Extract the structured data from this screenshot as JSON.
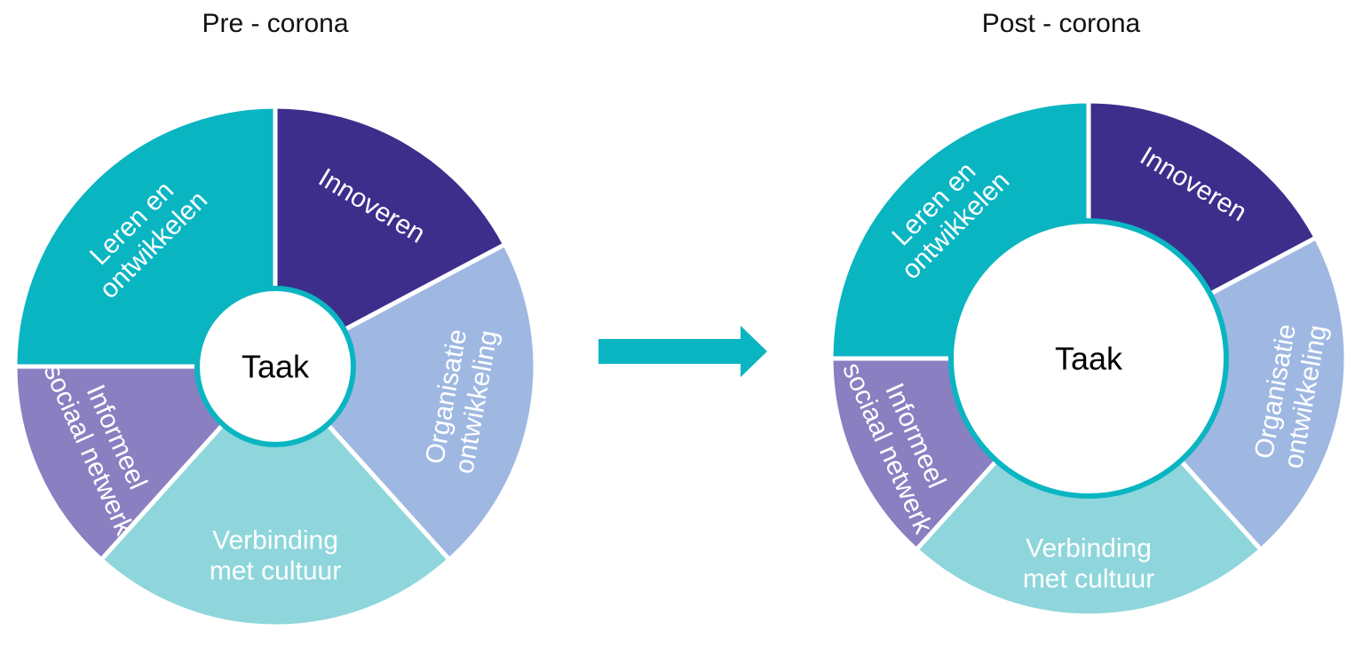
{
  "colors": {
    "teal": "#0ab5c2",
    "indigo": "#3d2e8c",
    "light_blue": "#9fb8e2",
    "light_teal": "#8ed6dc",
    "purple": "#8a7fc1",
    "ring": "#0ab5c2",
    "arrow": "#0ab5c2",
    "center_fill": "#ffffff"
  },
  "diagrams": [
    {
      "title": "Pre - corona",
      "center_label": "Taak",
      "segments": [
        {
          "lines": [
            "Leren en",
            "ontwikkelen"
          ],
          "color_key": "teal"
        },
        {
          "lines": [
            "Innoveren"
          ],
          "color_key": "indigo"
        },
        {
          "lines": [
            "Organisatie",
            "ontwikkeling"
          ],
          "color_key": "light_blue"
        },
        {
          "lines": [
            "Verbinding",
            "met cultuur"
          ],
          "color_key": "light_teal"
        },
        {
          "lines": [
            "Informeel",
            "sociaal netwerk"
          ],
          "color_key": "purple"
        }
      ]
    },
    {
      "title": "Post - corona",
      "center_label": "Taak",
      "segments": [
        {
          "lines": [
            "Leren en",
            "ontwikkelen"
          ],
          "color_key": "teal"
        },
        {
          "lines": [
            "Innoveren"
          ],
          "color_key": "indigo"
        },
        {
          "lines": [
            "Organisatie",
            "ontwikkeling"
          ],
          "color_key": "light_blue"
        },
        {
          "lines": [
            "Verbinding",
            "met cultuur"
          ],
          "color_key": "light_teal"
        },
        {
          "lines": [
            "Informeel",
            "sociaal netwerk"
          ],
          "color_key": "purple"
        }
      ]
    }
  ]
}
